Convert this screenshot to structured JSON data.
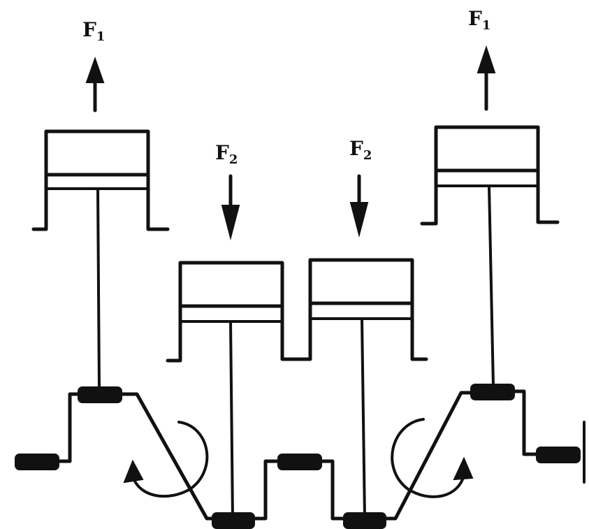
{
  "diagram": {
    "forces": {
      "left_up": {
        "symbol": "F",
        "subscript": "1",
        "direction": "up"
      },
      "inner_left": {
        "symbol": "F",
        "subscript": "2",
        "direction": "down"
      },
      "inner_right": {
        "symbol": "F",
        "subscript": "2",
        "direction": "down"
      },
      "right_up": {
        "symbol": "F",
        "subscript": "1",
        "direction": "up"
      }
    },
    "rotation": [
      "counterclockwise",
      "clockwise"
    ],
    "colors": {
      "ink": "#111111",
      "background": "#ffffff"
    }
  }
}
